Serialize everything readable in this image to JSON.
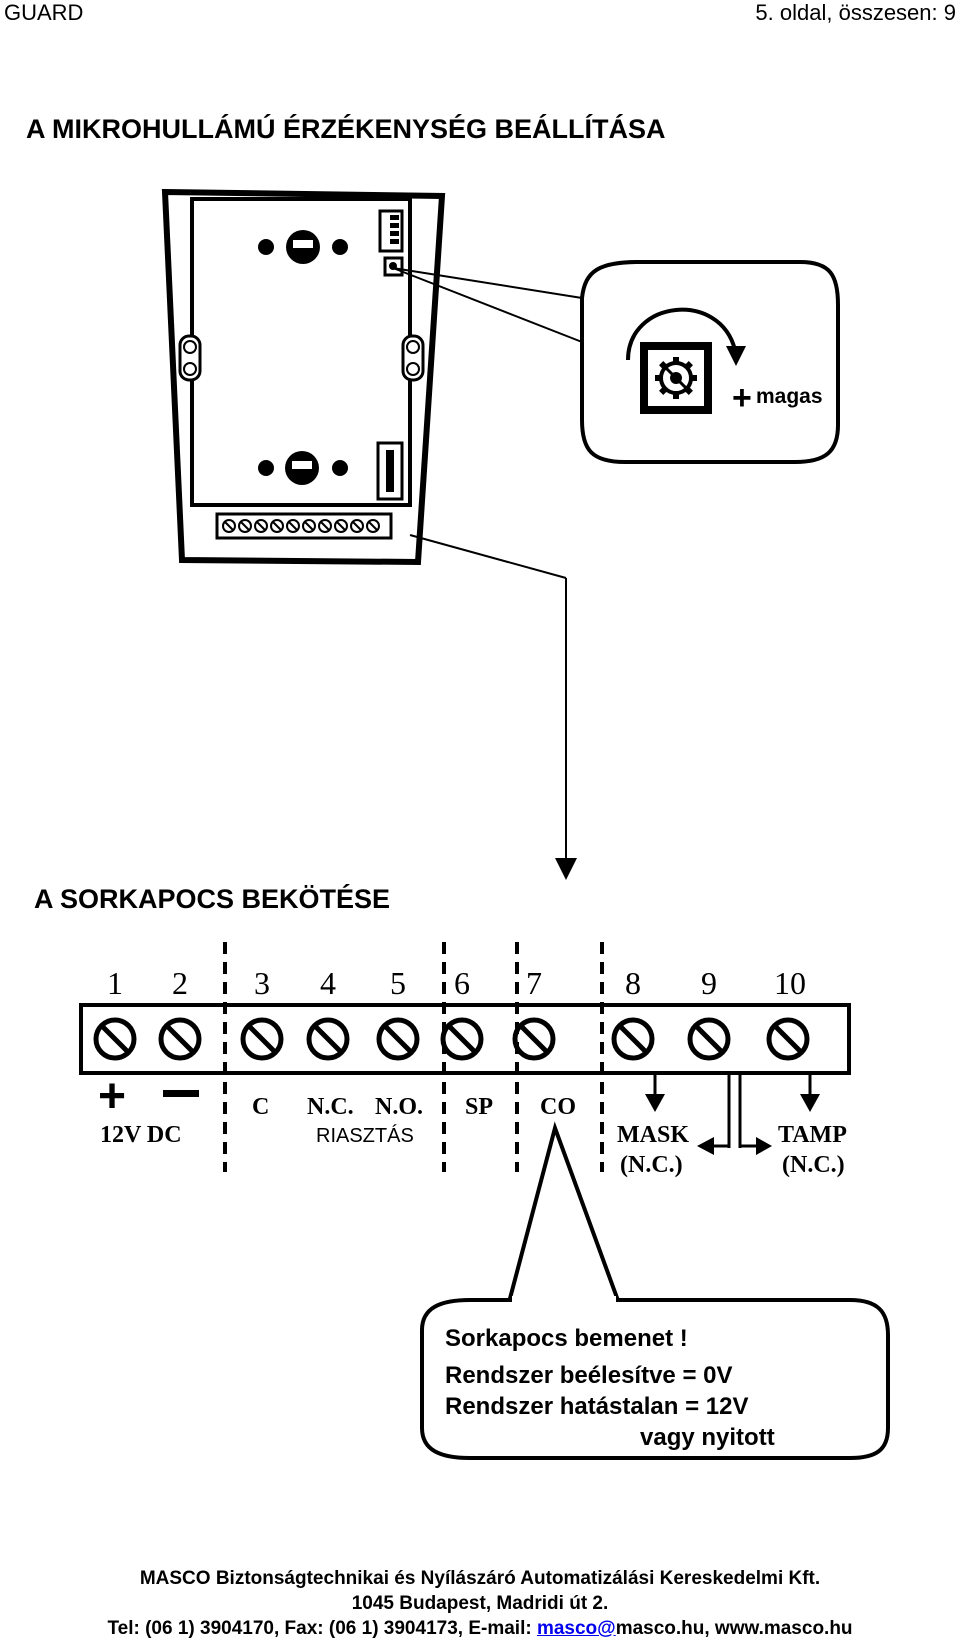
{
  "header": {
    "left": "GUARD",
    "right": "5. oldal, összesen: 9"
  },
  "section1": {
    "title": "A MIKROHULLÁMÚ ÉRZÉKENYSÉG BEÁLLÍTÁSA",
    "callout_label": "magas",
    "callout_plus": "+"
  },
  "section2": {
    "title": "A SORKAPOCS BEKÖTÉSE",
    "terminal_numbers": [
      "1",
      "2",
      "3",
      "4",
      "5",
      "6",
      "7",
      "8",
      "9",
      "10"
    ],
    "labels": {
      "plus": "+",
      "minus": "–",
      "power": "12V DC",
      "c": "C",
      "nc": "N.C.",
      "no": "N.O.",
      "alarm": "RIASZTÁS",
      "sp": "SP",
      "co": "CO",
      "mask": "MASK",
      "mask_nc": "(N.C.)",
      "tamp": "TAMP",
      "tamp_nc": "(N.C.)"
    },
    "note": {
      "line1": "Sorkapocs bemenet !",
      "line2": "Rendszer beélesítve = 0V",
      "line3": "Rendszer hatástalan = 12V",
      "line4": "vagy nyitott"
    }
  },
  "footer": {
    "line1": "MASCO Biztonságtechnikai és Nyílászáró Automatizálási Kereskedelmi Kft.",
    "line2": "1045 Budapest, Madridi út 2.",
    "line3_prefix": "Tel: (06 1) 3904170, Fax: (06 1) 3904173, E-mail: ",
    "email_link": "masco@",
    "line3_suffix": "masco.hu, www.masco.hu"
  }
}
